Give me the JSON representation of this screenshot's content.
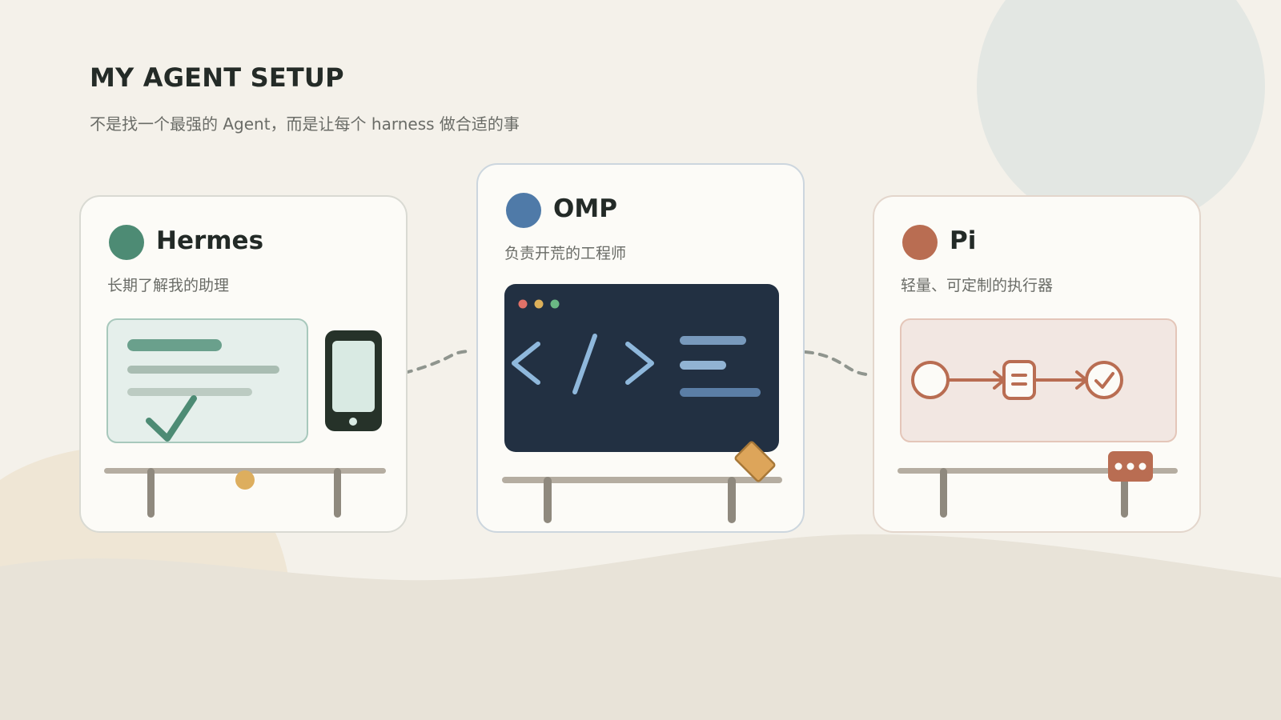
{
  "header": {
    "title": "MY AGENT SETUP",
    "subtitle": "不是找一个最强的 Agent，而是让每个 harness 做合适的事"
  },
  "cards": [
    {
      "name": "Hermes",
      "description": "长期了解我的助理",
      "color": "#4d8b74"
    },
    {
      "name": "OMP",
      "description": "负责开荒的工程师",
      "color": "#4f7aa8"
    },
    {
      "name": "Pi",
      "description": "轻量、可定制的执行器",
      "color": "#b96d52"
    }
  ],
  "colors": {
    "background": "#f4f1ea",
    "hermes_accent": "#4d8b74",
    "omp_accent": "#4f7aa8",
    "pi_accent": "#b96d52",
    "terminal_bg": "#223042",
    "stand": "#8f897e"
  },
  "icons": {
    "hermes": [
      "document-check-icon",
      "phone-icon"
    ],
    "omp": [
      "terminal-window-icon",
      "code-brackets-icon",
      "tag-icon"
    ],
    "pi": [
      "pipeline-flow-icon",
      "chat-bubble-icon"
    ]
  }
}
